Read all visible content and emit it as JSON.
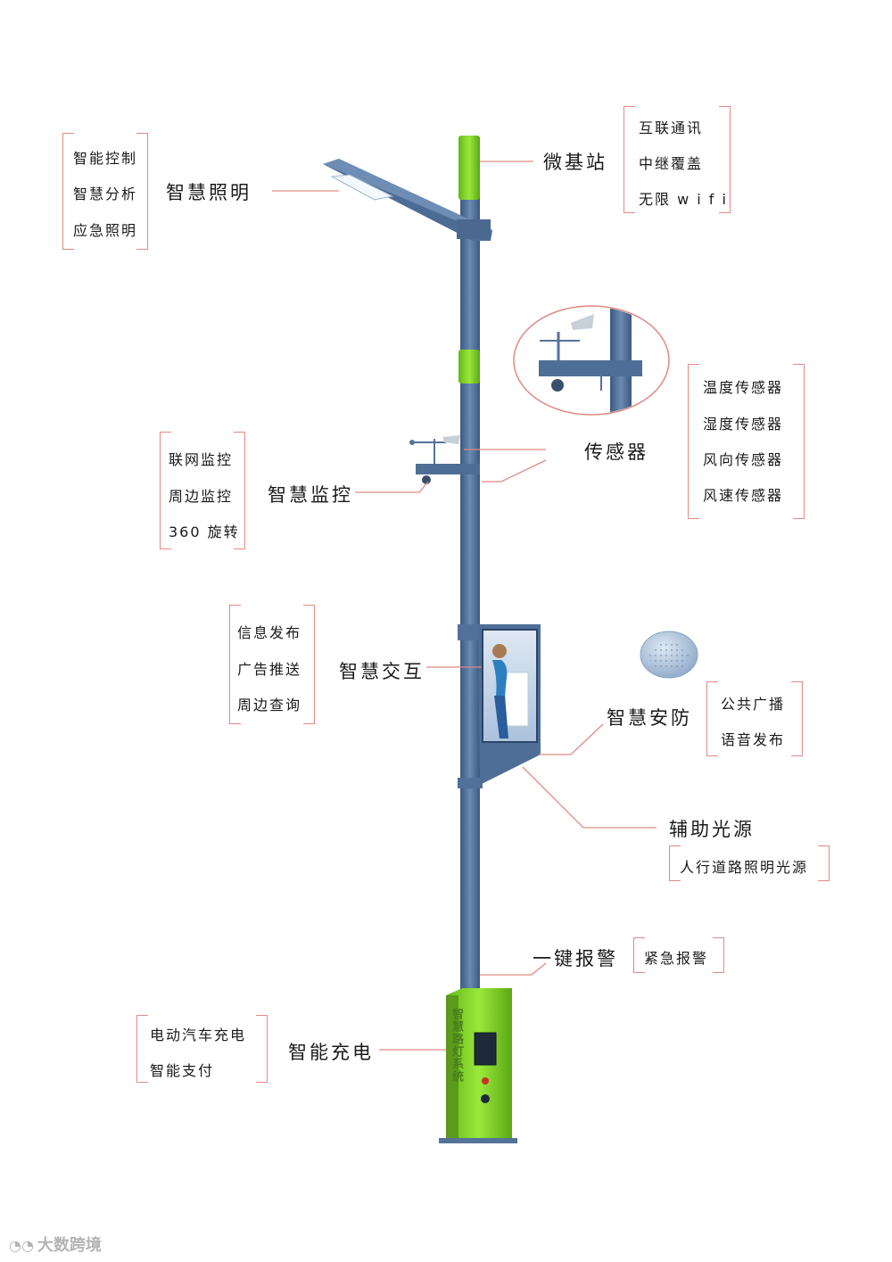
{
  "features": {
    "lighting": {
      "label": "智慧照明",
      "items": [
        "智能控制",
        "智慧分析",
        "应急照明"
      ]
    },
    "base_station": {
      "label": "微基站",
      "items": [
        "互联通讯",
        "中继覆盖",
        "无限 w i f i"
      ]
    },
    "sensors": {
      "label": "传感器",
      "items": [
        "温度传感器",
        "湿度传感器",
        "风向传感器",
        "风速传感器"
      ]
    },
    "monitoring": {
      "label": "智慧监控",
      "items": [
        "联网监控",
        "周边监控",
        "360 旋转"
      ]
    },
    "interaction": {
      "label": "智慧交互",
      "items": [
        "信息发布",
        "广告推送",
        "周边查询"
      ]
    },
    "security": {
      "label": "智慧安防",
      "items": [
        "公共广播",
        "语音发布"
      ]
    },
    "aux_light": {
      "label": "辅助光源",
      "items": [
        "人行道路照明光源"
      ]
    },
    "alarm": {
      "label": "一键报警",
      "items": [
        "紧急报警"
      ]
    },
    "charging": {
      "label": "智能充电",
      "items": [
        "电动汽车充电",
        "智能支付"
      ]
    }
  },
  "cabinet_text": "智慧路灯系统",
  "watermark": {
    "icon": "chat-bubble-logo",
    "text": "大数跨境"
  },
  "colors": {
    "pole": "#4f6e97",
    "accent_green": "#7ed321",
    "leader_line": "#e08a84"
  }
}
